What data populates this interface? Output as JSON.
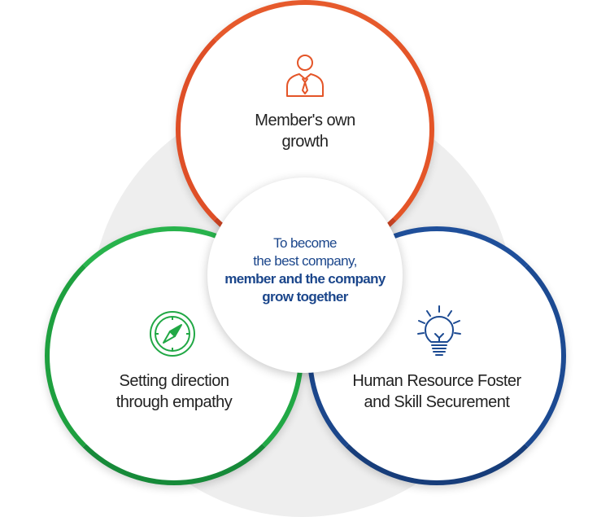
{
  "diagram": {
    "top_circle": {
      "icon": "person-icon",
      "color": "#e45528",
      "lines": [
        "Member's own",
        "growth"
      ]
    },
    "left_circle": {
      "icon": "compass-icon",
      "color": "#21a845",
      "lines": [
        "Setting direction",
        "through empathy"
      ]
    },
    "right_circle": {
      "icon": "lightbulb-icon",
      "color": "#1c4a92",
      "lines": [
        "Human Resource Foster",
        "and Skill Securement"
      ]
    },
    "center": {
      "lines": [
        "To become",
        "the best company,"
      ],
      "bold_lines": [
        "member and the company",
        "grow together"
      ],
      "color": "#1b468b"
    },
    "background_color": "#eeeeee"
  }
}
